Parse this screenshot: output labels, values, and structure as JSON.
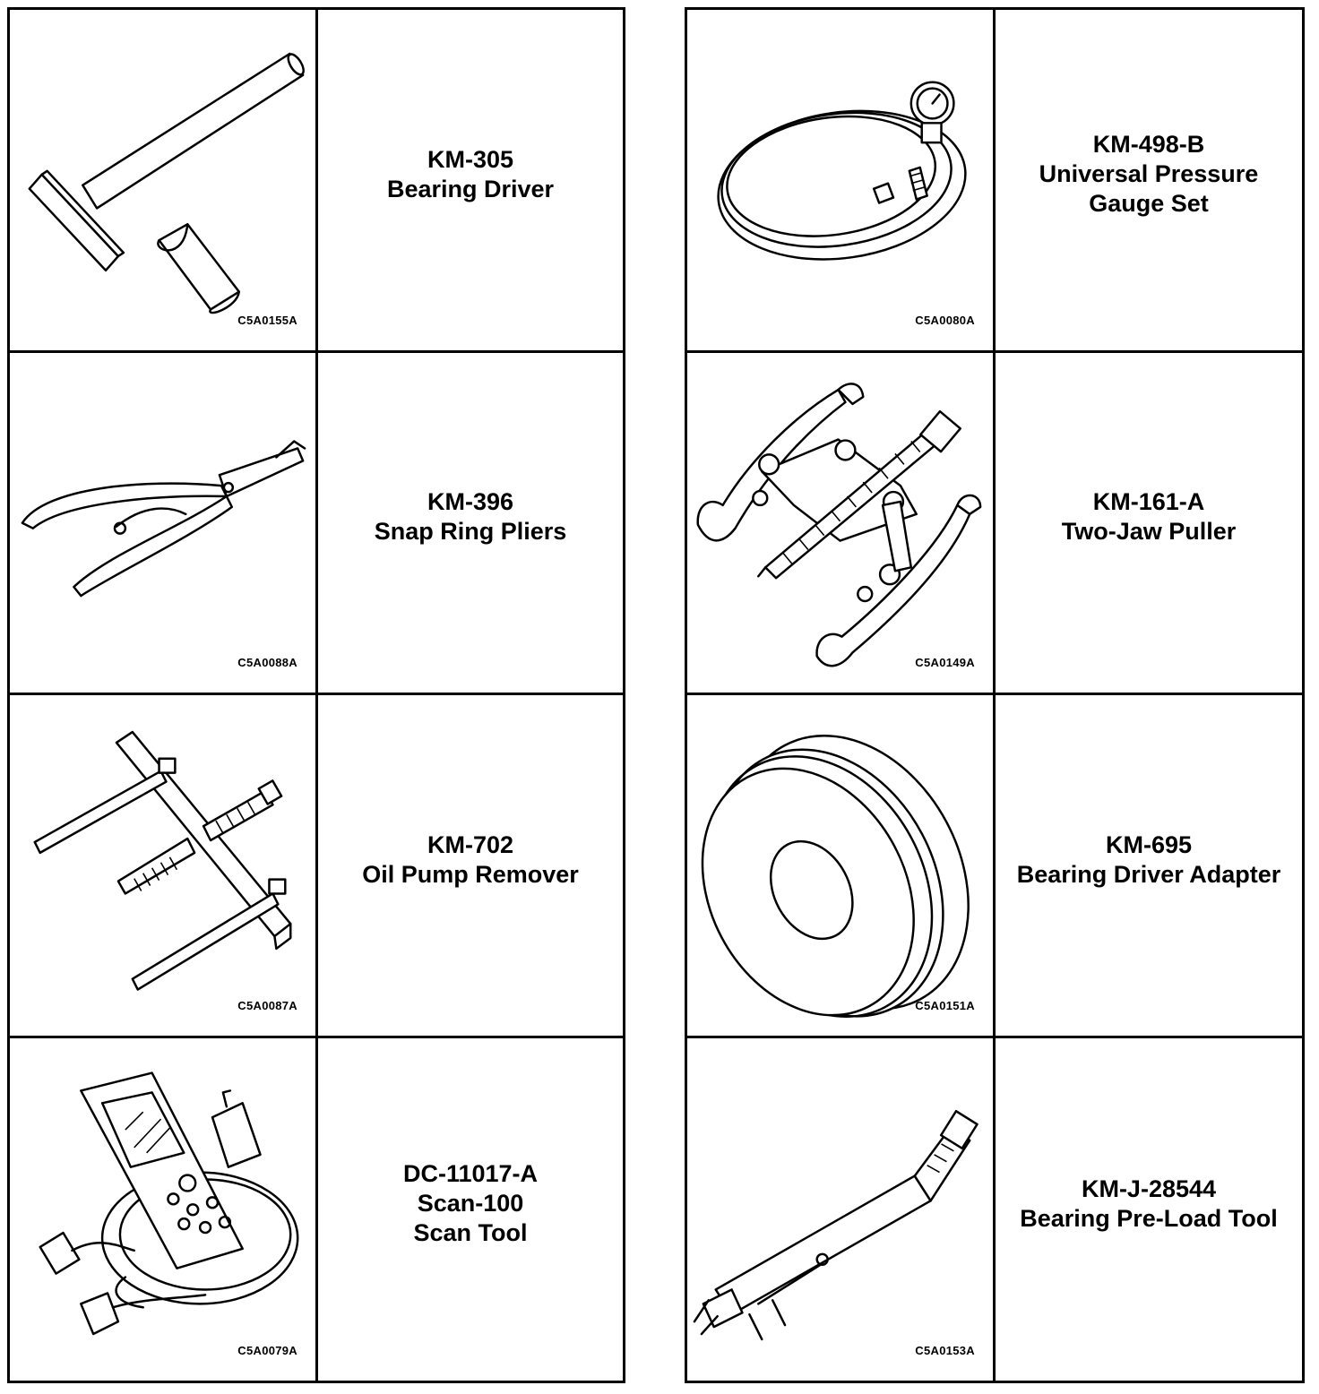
{
  "tools": [
    {
      "code": "KM-305",
      "lines": [
        "Bearing Driver"
      ],
      "figure": "C5A0155A",
      "icon": "bearing-driver-icon"
    },
    {
      "code": "KM-396",
      "lines": [
        "Snap Ring Pliers"
      ],
      "figure": "C5A0088A",
      "icon": "snap-ring-pliers-icon"
    },
    {
      "code": "KM-702",
      "lines": [
        "Oil Pump Remover"
      ],
      "figure": "C5A0087A",
      "icon": "oil-pump-remover-icon"
    },
    {
      "code": "DC-11017-A",
      "lines": [
        "Scan-100",
        "Scan Tool"
      ],
      "figure": "C5A0079A",
      "icon": "scan-tool-icon"
    },
    {
      "code": "KM-498-B",
      "lines": [
        "Universal Pressure",
        "Gauge Set"
      ],
      "figure": "C5A0080A",
      "icon": "pressure-gauge-set-icon"
    },
    {
      "code": "KM-161-A",
      "lines": [
        "Two-Jaw Puller"
      ],
      "figure": "C5A0149A",
      "icon": "two-jaw-puller-icon"
    },
    {
      "code": "KM-695",
      "lines": [
        "Bearing Driver Adapter"
      ],
      "figure": "C5A0151A",
      "icon": "bearing-driver-adapter-icon"
    },
    {
      "code": "KM-J-28544",
      "lines": [
        "Bearing Pre-Load Tool"
      ],
      "figure": "C5A0153A",
      "icon": "bearing-preload-tool-icon"
    }
  ]
}
